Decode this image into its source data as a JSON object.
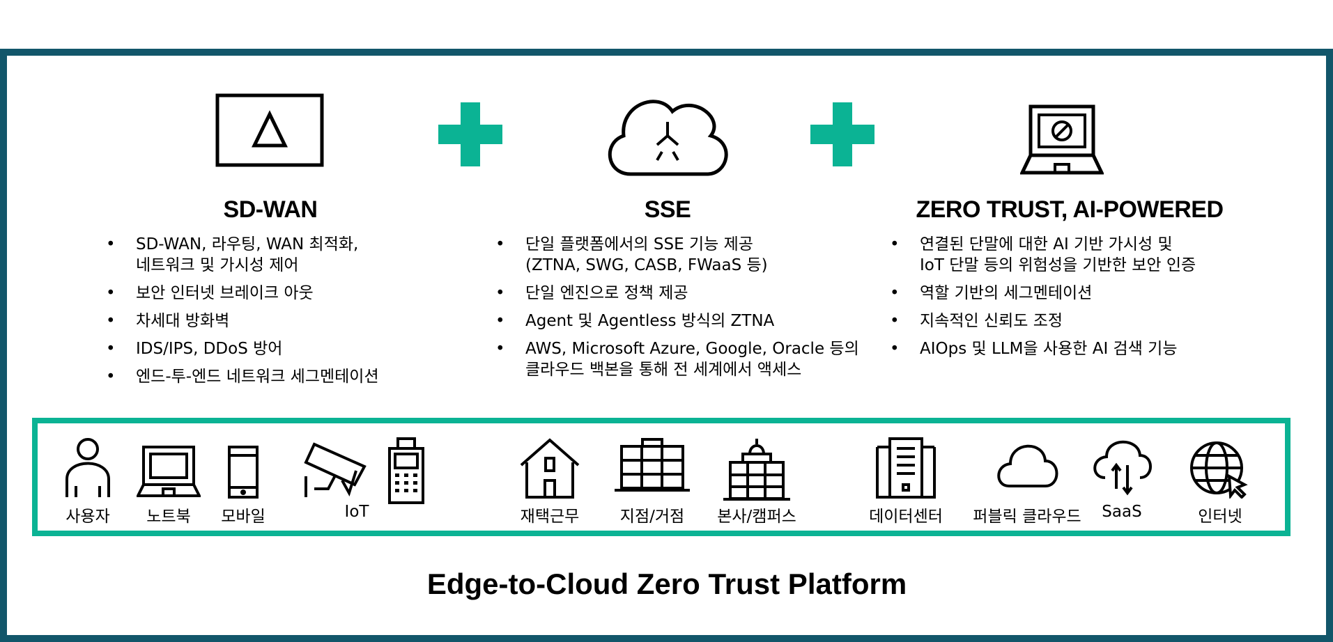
{
  "columns": [
    {
      "title": "SD-WAN",
      "icon": "sdwan-appliance-icon",
      "bullets": [
        "SD-WAN, 라우팅, WAN 최적화,\n네트워크 및 가시성 제어",
        "보안 인터넷 브레이크 아웃",
        "차세대 방화벽",
        "IDS/IPS, DDoS 방어",
        "엔드-투-엔드 네트워크 세그멘테이션"
      ]
    },
    {
      "title": "SSE",
      "icon": "cloud-security-icon",
      "bullets": [
        "단일 플랫폼에서의 SSE 기능 제공\n(ZTNA, SWG, CASB, FWaaS 등)",
        "단일 엔진으로 정책 제공",
        "Agent 및 Agentless 방식의 ZTNA",
        "AWS, Microsoft Azure, Google, Oracle 등의\n클라우드 백본을 통해 전 세계에서 액세스"
      ]
    },
    {
      "title": "ZERO TRUST, AI-POWERED",
      "icon": "laptop-block-icon",
      "bullets": [
        "연결된 단말에 대한 AI 기반 가시성 및\nIoT 단말 등의 위험성을 기반한 보안 인증",
        "역할 기반의 세그멘테이션",
        "지속적인 신뢰도 조정",
        "AIOps 및 LLM을 사용한 AI 검색 기능"
      ]
    }
  ],
  "endpoints": [
    "사용자",
    "노트북",
    "모바일",
    "IoT",
    "재택근무",
    "지점/거점",
    "본사/캠퍼스",
    "데이터센터",
    "퍼블릭 클라우드",
    "SaaS",
    "인터넷"
  ],
  "footer": "Edge-to-Cloud Zero Trust Platform",
  "colors": {
    "frame": "#12566a",
    "accent": "#0bb394"
  }
}
